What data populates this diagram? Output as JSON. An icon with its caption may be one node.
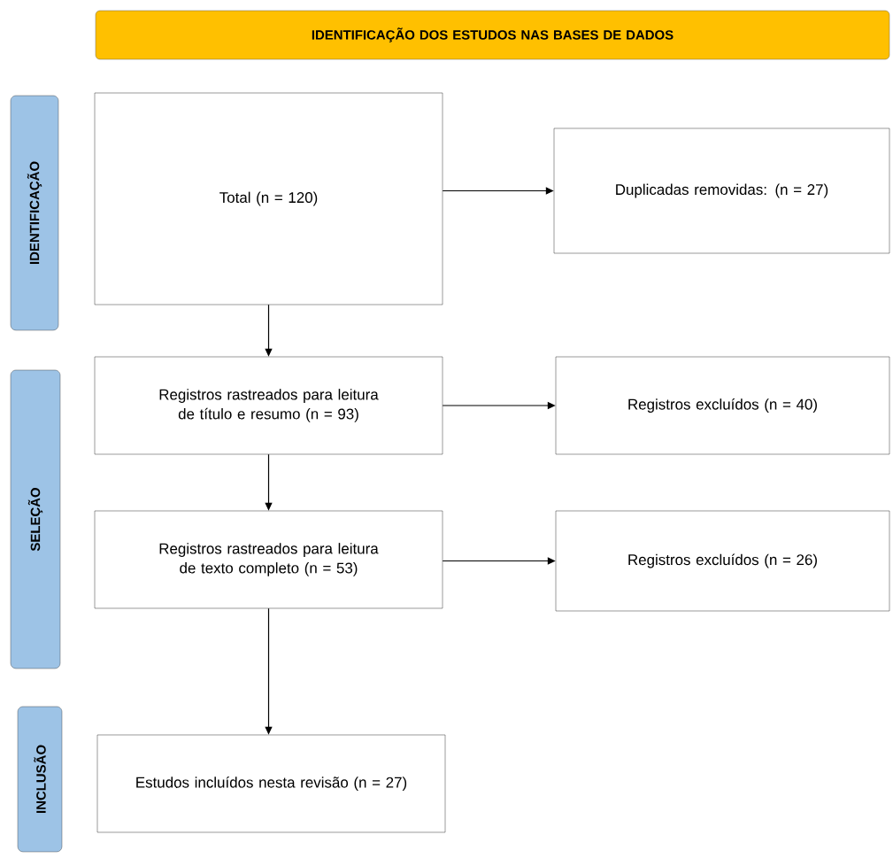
{
  "diagram": {
    "nodes": [
      {
        "text": [
          "IDENTIFICAÇÃO DOS ESTUDOS NAS BASES DE DADOS"
        ]
      },
      {
        "text": [
          "IDENTIFICAÇÃO"
        ]
      },
      {
        "text": [
          "SELEÇÃO"
        ]
      },
      {
        "text": [
          "INCLUSÃO"
        ]
      },
      {
        "text": [
          "Total (n = 120)"
        ]
      },
      {
        "text": [
          "Duplicadas removidas: (n = 27)"
        ]
      },
      {
        "text": [
          "Registros rastreados para leitura de título e resumo (n = 93)"
        ]
      },
      {
        "text": [
          "Registros excluídos (n = 40)"
        ]
      },
      {
        "text": [
          "Registros rastreados para leitura de texto completo (n = 53)"
        ]
      },
      {
        "text": [
          "Registros excluídos (n = 26)"
        ]
      },
      {
        "text": [
          "Estudos incluídos nesta revisão (n = 27)"
        ]
      }
    ],
    "edges": [
      {
        "from": 4,
        "to": 5,
        "arrow": "to"
      },
      {
        "from": 4,
        "to": 6,
        "arrow": "to"
      },
      {
        "from": 6,
        "to": 7,
        "arrow": "to"
      },
      {
        "from": 6,
        "to": 8,
        "arrow": "to"
      },
      {
        "from": 8,
        "to": 9,
        "arrow": "to"
      },
      {
        "from": 8,
        "to": 10,
        "arrow": "to"
      }
    ]
  }
}
